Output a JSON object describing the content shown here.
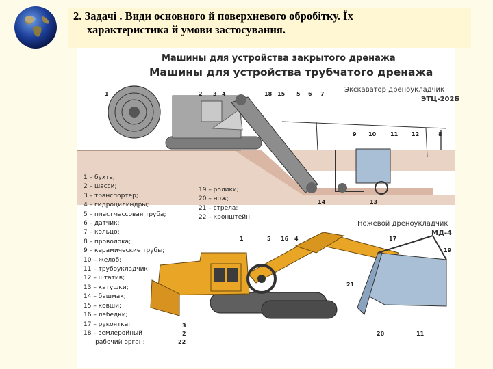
{
  "slide": {
    "title_line1": "2. Задачі . Види основного й поверхневого обробітку. Їх",
    "title_line2": "характеристика й умови застосування."
  },
  "figure": {
    "title_small": "Машины для устройства закрытого дренажа",
    "title_large": "Машины для устройства трубчатого дренажа",
    "machine_top_label": "Экскаватор дреноукладчик",
    "machine_top_model": "ЭТЦ-202Б",
    "machine_bottom_label": "Ножевой дреноукладчик",
    "machine_bottom_model": "МД-4",
    "legend_left": [
      "1 – бухта;",
      "2 – шасси;",
      "3 – транспортер;",
      "4 – гидроцилиндры;",
      "5 – пластмассовая труба;",
      "6 – датчик;",
      "7 – кольцо;",
      "8 – проволока;",
      "9 – керамические трубы;",
      "10 – желоб;",
      "11 – трубоукладчик;",
      "12 – штатив;",
      "13 – катушки;",
      "14 – башмак;",
      "15 – ковши;",
      "16 – лебедки;",
      "17 – рукоятка;",
      "18 – землеройный",
      "      рабочий орган;"
    ],
    "legend_right": [
      "19 – ролики;",
      "20 – нож;",
      "21 – стрела;",
      "22 – кронштейн"
    ],
    "callouts_top": {
      "n1": "1",
      "n2": "2",
      "n3": "3",
      "n4": "4",
      "n18": "18",
      "n15": "15",
      "n5": "5",
      "n6": "6",
      "n7": "7",
      "n9": "9",
      "n10": "10",
      "n11": "11",
      "n12": "12",
      "n8": "8",
      "n14": "14",
      "n13": "13"
    },
    "callouts_bottom": {
      "n1": "1",
      "n5": "5",
      "n16": "16",
      "n4": "4",
      "n17": "17",
      "n19": "19",
      "n21": "21",
      "n3": "3",
      "n2": "2",
      "n22": "22",
      "n20": "20",
      "n11": "11"
    }
  },
  "colors": {
    "background": "#fffbe9",
    "title_bar": "#fff6d3",
    "machine_yellow": "#e8a526",
    "machine_grey": "#8f8f8f",
    "ground": "#d9b7a4",
    "trench_blue": "#a9bfd6"
  }
}
